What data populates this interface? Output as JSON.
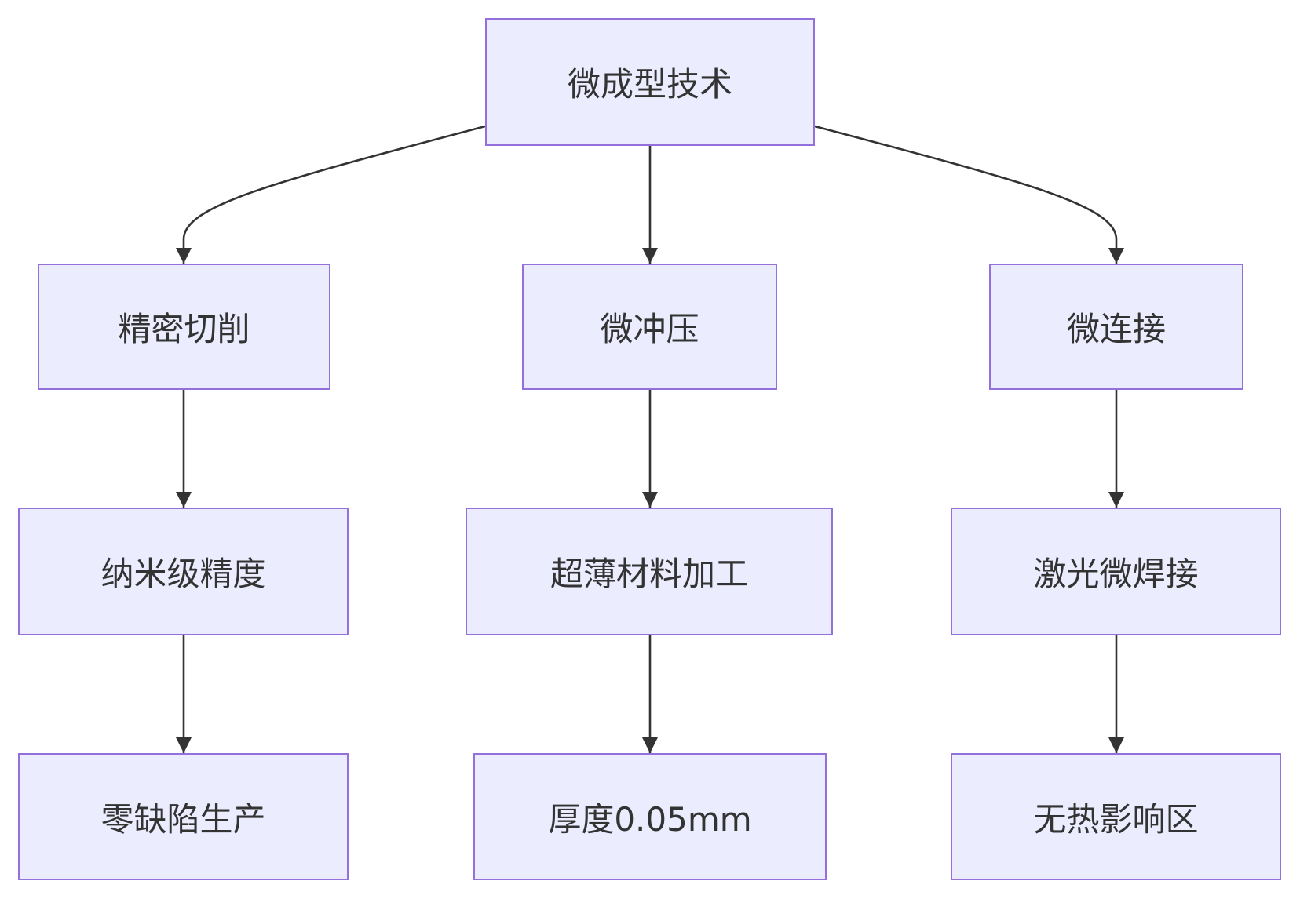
{
  "nodes": [
    {
      "id": "root",
      "label": "微成型技术"
    },
    {
      "id": "a1",
      "label": "精密切削"
    },
    {
      "id": "b1",
      "label": "微冲压"
    },
    {
      "id": "c1",
      "label": "微连接"
    },
    {
      "id": "a2",
      "label": "纳米级精度"
    },
    {
      "id": "b2",
      "label": "超薄材料加工"
    },
    {
      "id": "c2",
      "label": "激光微焊接"
    },
    {
      "id": "a3",
      "label": "零缺陷生产"
    },
    {
      "id": "b3",
      "label": "厚度0.05mm"
    },
    {
      "id": "c3",
      "label": "无热影响区"
    }
  ],
  "edges": [
    {
      "from": "root",
      "to": "a1"
    },
    {
      "from": "root",
      "to": "b1"
    },
    {
      "from": "root",
      "to": "c1"
    },
    {
      "from": "a1",
      "to": "a2"
    },
    {
      "from": "b1",
      "to": "b2"
    },
    {
      "from": "c1",
      "to": "c2"
    },
    {
      "from": "a2",
      "to": "a3"
    },
    {
      "from": "b2",
      "to": "b3"
    },
    {
      "from": "c2",
      "to": "c3"
    }
  ],
  "colors": {
    "node_fill": "#ECECFF",
    "node_border": "#9370DB",
    "edge": "#333333",
    "text": "#333333"
  }
}
